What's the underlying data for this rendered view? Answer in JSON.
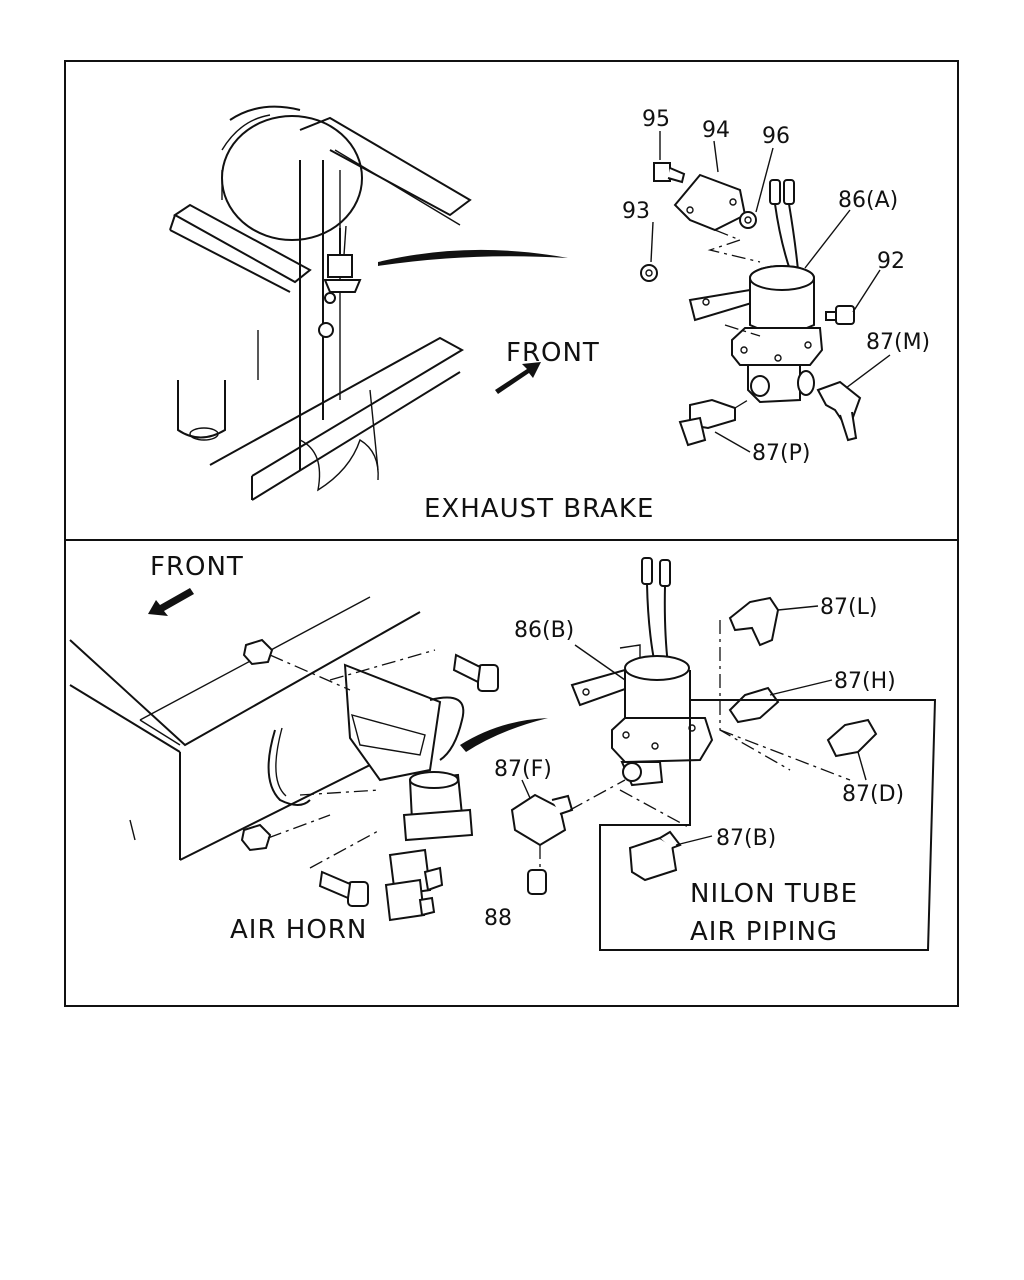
{
  "top_panel": {
    "caption": "EXHAUST   BRAKE",
    "front_label": "FRONT",
    "callouts": {
      "c95": "95",
      "c94": "94",
      "c96": "96",
      "c93": "93",
      "c86a": "86(A)",
      "c92": "92",
      "c87m": "87(M)",
      "c87p": "87(P)"
    }
  },
  "bottom_panel": {
    "caption": "AIR   HORN",
    "front_label": "FRONT",
    "callouts": {
      "c86b": "86(B)",
      "c87l": "87(L)",
      "c87h": "87(H)",
      "c87d": "87(D)",
      "c87f": "87(F)",
      "c87b": "87(B)",
      "c88": "88"
    },
    "inset": {
      "line1": "NILON  TUBE",
      "line2": "AIR   PIPING"
    }
  }
}
